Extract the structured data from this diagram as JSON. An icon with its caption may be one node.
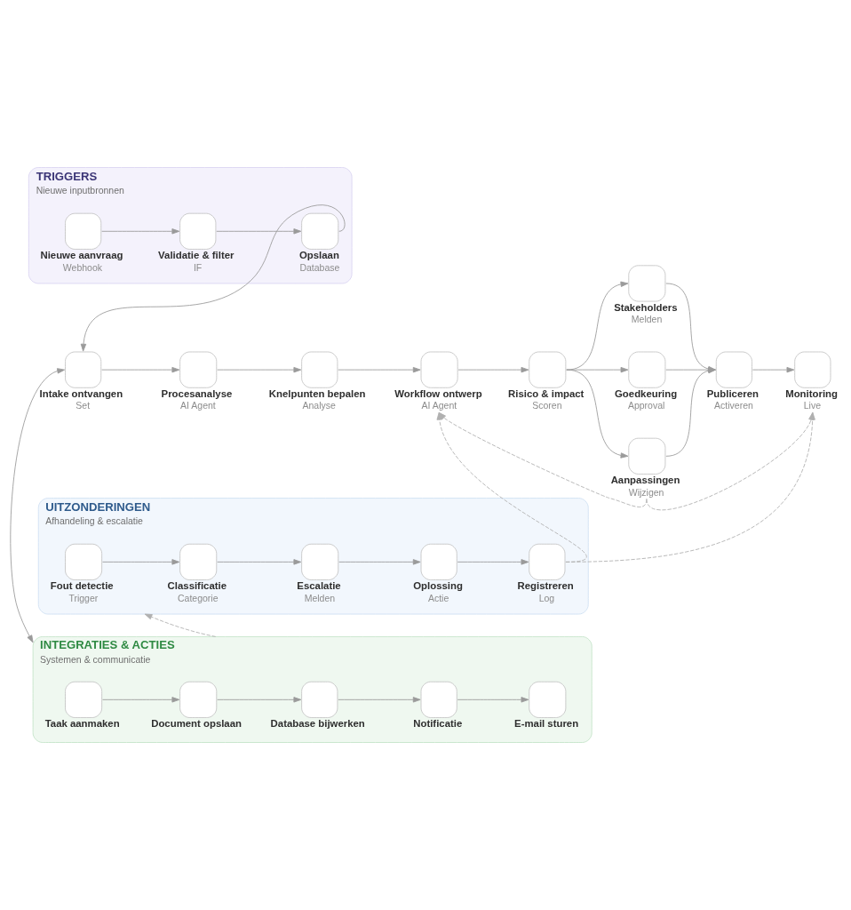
{
  "diagram": {
    "nodes": [
      {
        "text": [
          "TRIGGERS",
          "Nieuwe inputbronnen"
        ]
      },
      {
        "text": [
          "Nieuwe aanvraag",
          "Webhook"
        ],
        "in": 0
      },
      {
        "text": [
          "Validatie & filter",
          "IF"
        ],
        "in": 0
      },
      {
        "text": [
          "Opslaan",
          "Database"
        ],
        "in": 0
      },
      {
        "text": [
          "Intake ontvangen",
          "Set"
        ]
      },
      {
        "text": [
          "Procesanalyse",
          "AI Agent"
        ]
      },
      {
        "text": [
          "Knelpunten bepalen",
          "Analyse"
        ]
      },
      {
        "text": [
          "Workflow ontwerp",
          "AI Agent"
        ]
      },
      {
        "text": [
          "Risico & impact",
          "Scoren"
        ]
      },
      {
        "text": [
          "Stakeholders",
          "Melden"
        ]
      },
      {
        "text": [
          "Goedkeuring",
          "Approval"
        ]
      },
      {
        "text": [
          "Aanpassingen",
          "Wijzigen"
        ]
      },
      {
        "text": [
          "Publiceren",
          "Activeren"
        ]
      },
      {
        "text": [
          "Monitoring",
          "Live"
        ]
      },
      {
        "text": [
          "UITZONDERINGEN",
          "Afhandeling & escalatie"
        ]
      },
      {
        "text": [
          "Fout detectie",
          "Trigger"
        ],
        "in": 14
      },
      {
        "text": [
          "Classificatie",
          "Categorie"
        ],
        "in": 14
      },
      {
        "text": [
          "Escalatie",
          "Melden"
        ],
        "in": 14
      },
      {
        "text": [
          "Oplossing",
          "Actie"
        ],
        "in": 14
      },
      {
        "text": [
          "Registreren",
          "Log"
        ],
        "in": 14
      },
      {
        "text": [
          "INTEGRATIES & ACTIES",
          "Systemen & communicatie"
        ]
      },
      {
        "text": [
          "Taak aanmaken"
        ],
        "in": 20
      },
      {
        "text": [
          "Document opslaan"
        ],
        "in": 20
      },
      {
        "text": [
          "Database bijwerken"
        ],
        "in": 20
      },
      {
        "text": [
          "Notificatie"
        ],
        "in": 20
      },
      {
        "text": [
          "E-mail sturen"
        ],
        "in": 20
      }
    ],
    "edges": [
      {
        "from": 1,
        "to": 2,
        "arrow": "to"
      },
      {
        "from": 2,
        "to": 3,
        "arrow": "to"
      },
      {
        "from": 3,
        "to": 4,
        "arrow": "to"
      },
      {
        "from": 4,
        "to": 5,
        "arrow": "to"
      },
      {
        "from": 5,
        "to": 6,
        "arrow": "to"
      },
      {
        "from": 6,
        "to": 7,
        "arrow": "to"
      },
      {
        "from": 7,
        "to": 8,
        "arrow": "to"
      },
      {
        "from": 8,
        "to": 9,
        "arrow": "to"
      },
      {
        "from": 8,
        "to": 10,
        "arrow": "to"
      },
      {
        "from": 8,
        "to": 11,
        "arrow": "to"
      },
      {
        "from": 9,
        "to": 12,
        "arrow": "to"
      },
      {
        "from": 10,
        "to": 12,
        "arrow": "to"
      },
      {
        "from": 11,
        "to": 12,
        "arrow": "to"
      },
      {
        "from": 12,
        "to": 13,
        "arrow": "to"
      },
      {
        "from": 11,
        "to": 7,
        "arrow": "to",
        "style": "dashed"
      },
      {
        "from": 11,
        "to": 13,
        "arrow": "to",
        "style": "dashed"
      },
      {
        "from": 19,
        "to": 7,
        "arrow": "to",
        "style": "dashed"
      },
      {
        "from": 19,
        "to": 13,
        "arrow": "to",
        "style": "dashed"
      },
      {
        "from": 15,
        "to": 16,
        "arrow": "to"
      },
      {
        "from": 16,
        "to": 17,
        "arrow": "to"
      },
      {
        "from": 17,
        "to": 18,
        "arrow": "to"
      },
      {
        "from": 18,
        "to": 19,
        "arrow": "to"
      },
      {
        "from": 20,
        "to": 14,
        "arrow": "to",
        "style": "dashed"
      },
      {
        "from": 20,
        "to": 4,
        "arrow": "both"
      },
      {
        "from": 21,
        "to": 22,
        "arrow": "to"
      },
      {
        "from": 22,
        "to": 23,
        "arrow": "to"
      },
      {
        "from": 23,
        "to": 24,
        "arrow": "to"
      },
      {
        "from": 24,
        "to": 25,
        "arrow": "to"
      }
    ]
  }
}
